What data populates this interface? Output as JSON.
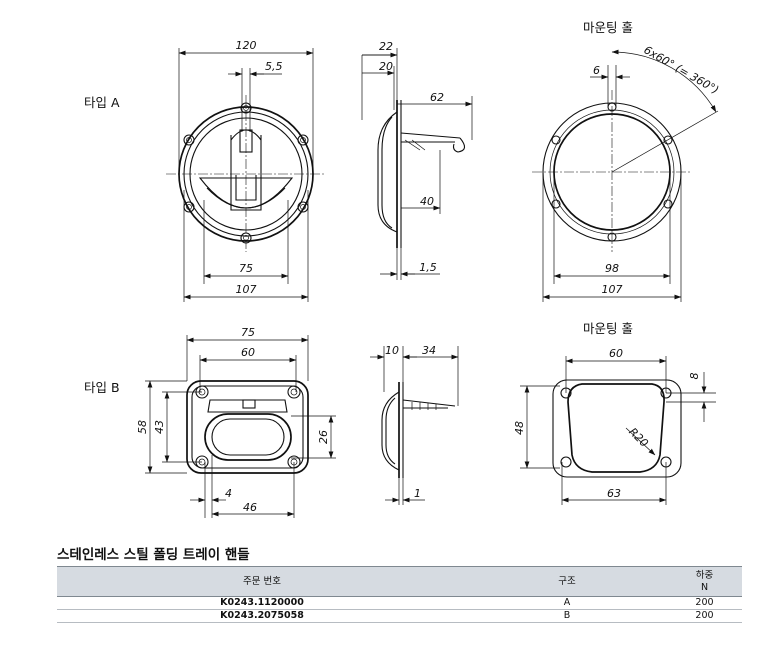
{
  "labels": {
    "type_a": "타입 A",
    "type_b": "타입 B",
    "mounting_hole_a": "마운팅 홀",
    "mounting_hole_b": "마운팅 홀"
  },
  "dims_a_front": {
    "width": "120",
    "slot": "5,5",
    "hole_spacing": "75",
    "overall": "107"
  },
  "dims_a_side": {
    "d1": "22",
    "d2": "20",
    "d3": "62",
    "d4": "40",
    "d5": "1,5"
  },
  "dims_a_hole": {
    "pitch": "6",
    "angle": "6x60° (= 360°)",
    "inner": "98",
    "outer": "107"
  },
  "dims_b_front": {
    "width": "75",
    "inner_width": "60",
    "height": "58",
    "inner_height": "43",
    "grip": "26",
    "offset": "4",
    "hole_pitch": "46"
  },
  "dims_b_side": {
    "d1": "10",
    "d2": "34",
    "d3": "1"
  },
  "dims_b_hole": {
    "width": "60",
    "offset": "8",
    "height": "48",
    "radius": "R20",
    "bottom": "63"
  },
  "table": {
    "title": "스테인레스 스틸 폴딩 트레이 핸들",
    "headers": {
      "order_no": "주문 번호",
      "construction": "구조",
      "load": "하중",
      "load_unit": "N"
    },
    "rows": [
      {
        "order_no": "K0243.1120000",
        "construction": "A",
        "load": "200"
      },
      {
        "order_no": "K0243.2075058",
        "construction": "B",
        "load": "200"
      }
    ]
  }
}
